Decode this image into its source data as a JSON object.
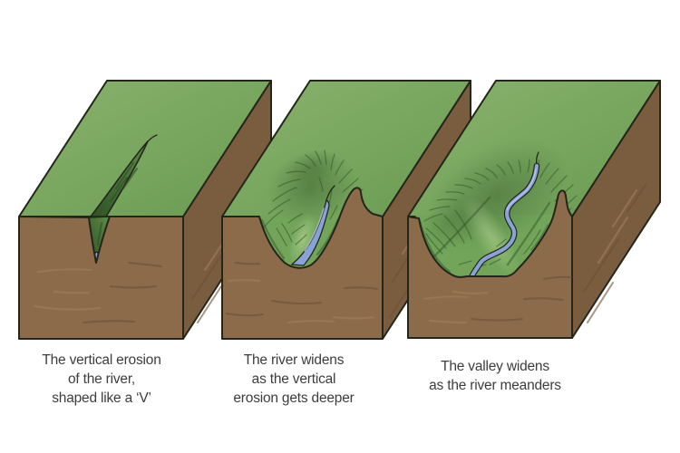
{
  "figure": {
    "background": "#ffffff",
    "stages": [
      {
        "id": "v-shaped-erosion",
        "caption": "The vertical erosion\nof the river,\nshaped like a ‘V’"
      },
      {
        "id": "river-widens",
        "caption": "The river widens\nas the vertical\nerosion gets deeper"
      },
      {
        "id": "valley-widens",
        "caption": "The valley widens\nas the river meanders"
      }
    ],
    "colors": {
      "background": "#ffffff",
      "grass_light": "#8ab26f",
      "grass_top": "#79a75f",
      "grass_dark": "#699a51",
      "valley_grass": "#72a55a",
      "valley_shade": "#2e5226",
      "floor_light": "#c6e0a4",
      "grass_stroke": "#2d5025",
      "crevice_light": "#5f8c49",
      "crevice_dark": "#2f5226",
      "soil_front": "#8c6b4b",
      "soil_side": "#7a5c3f",
      "soil_streak_light": "#9d7d59",
      "soil_streak_dark": "#6a4f36",
      "river": "#8aa3d7",
      "river_light": "#c2cfeb",
      "outline": "#24251b",
      "caption_text": "#3d3d3d"
    }
  }
}
